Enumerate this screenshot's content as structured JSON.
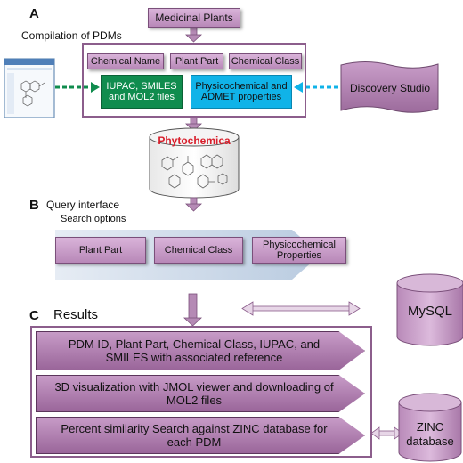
{
  "sections": {
    "a": {
      "letter": "A",
      "label": "Compilation of PDMs"
    },
    "b": {
      "letter": "B",
      "label": "Query interface"
    },
    "c": {
      "letter": "C",
      "label": "Results"
    }
  },
  "a": {
    "medicinal_plants": "Medicinal Plants",
    "chemical_name": "Chemical Name",
    "plant_part": "Plant Part",
    "chemical_class": "Chemical Class",
    "files_box": "IUPAC, SMILES and MOL2 files",
    "props_box": "Physicochemical and ADMET properties",
    "discovery_studio": "Discovery Studio",
    "database_name": "Phytochemica"
  },
  "b": {
    "search_options": "Search options",
    "options": [
      "Plant Part",
      "Chemical Class",
      "Physicochemical Properties"
    ]
  },
  "c": {
    "results": [
      "PDM ID, Plant  Part, Chemical Class, IUPAC, and SMILES with associated reference",
      "3D visualization with JMOL viewer and downloading of MOL2 files",
      "Percent similarity Search against ZINC database for each PDM"
    ],
    "mysql": "MySQL",
    "zinc": "ZINC database"
  },
  "colors": {
    "lavender": "#c69cc6",
    "green": "#108c4e",
    "cyan": "#10b3e8",
    "title_red": "#d81e2b"
  }
}
